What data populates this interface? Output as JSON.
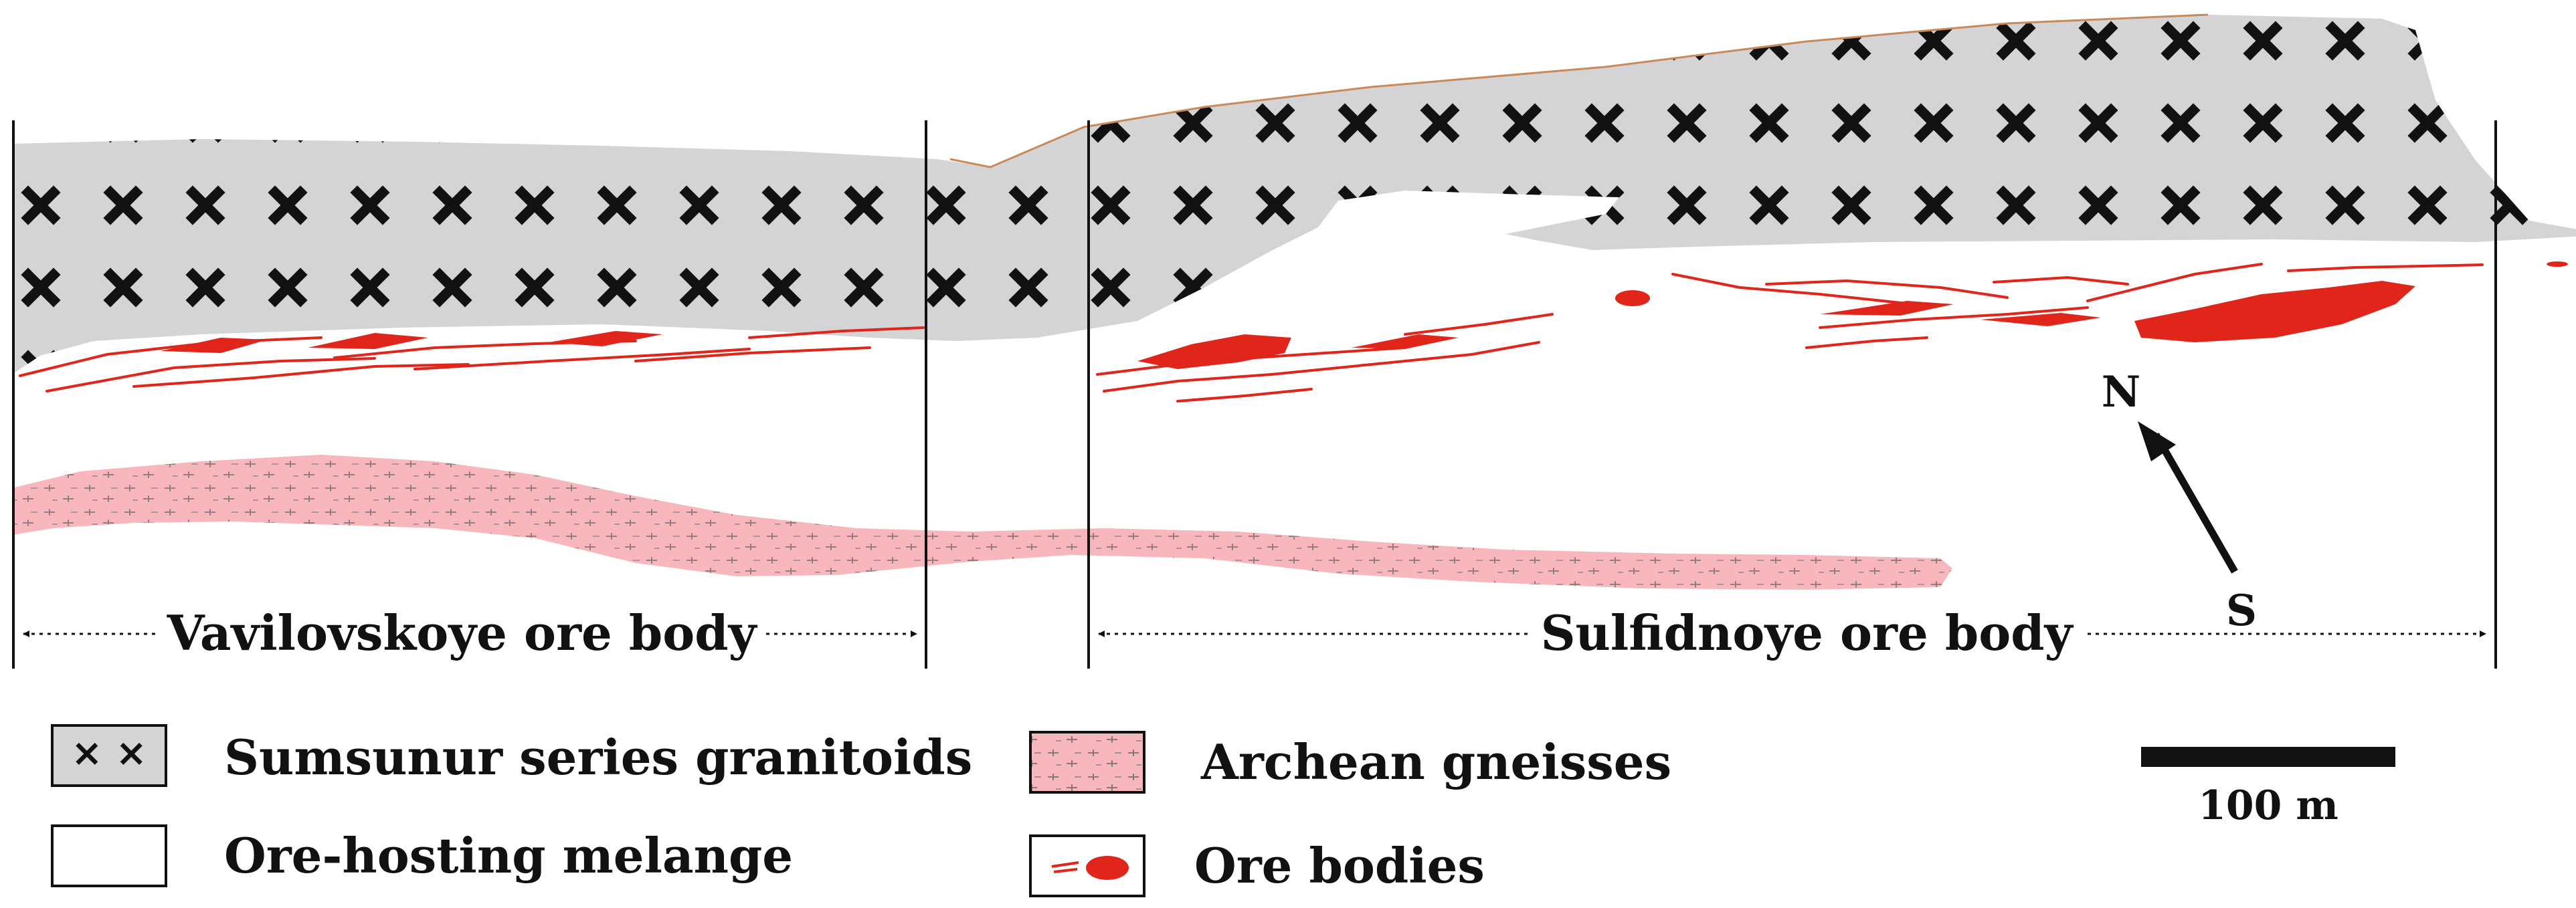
{
  "labels": {
    "body_left": "Vavilovskoye ore body",
    "body_right": "Sulfidnoye ore body",
    "north": "N",
    "south": "S",
    "scale": "100 m"
  },
  "legend": [
    {
      "key": "granitoids",
      "label": "Sumsunur series granitoids",
      "swatch_text": "× ×"
    },
    {
      "key": "melange",
      "label": "Ore-hosting melange"
    },
    {
      "key": "gneiss",
      "label": "Archean gneisses"
    },
    {
      "key": "ore",
      "label": "Ore bodies"
    }
  ],
  "colors": {
    "granitoid_fill": "#d4d4d6",
    "granitoid_cross": "#111111",
    "gneiss_fill": "#f7b7bd",
    "gneiss_tick": "#555555",
    "ore": "#e0261b",
    "line": "#111111",
    "background": "#ffffff"
  }
}
